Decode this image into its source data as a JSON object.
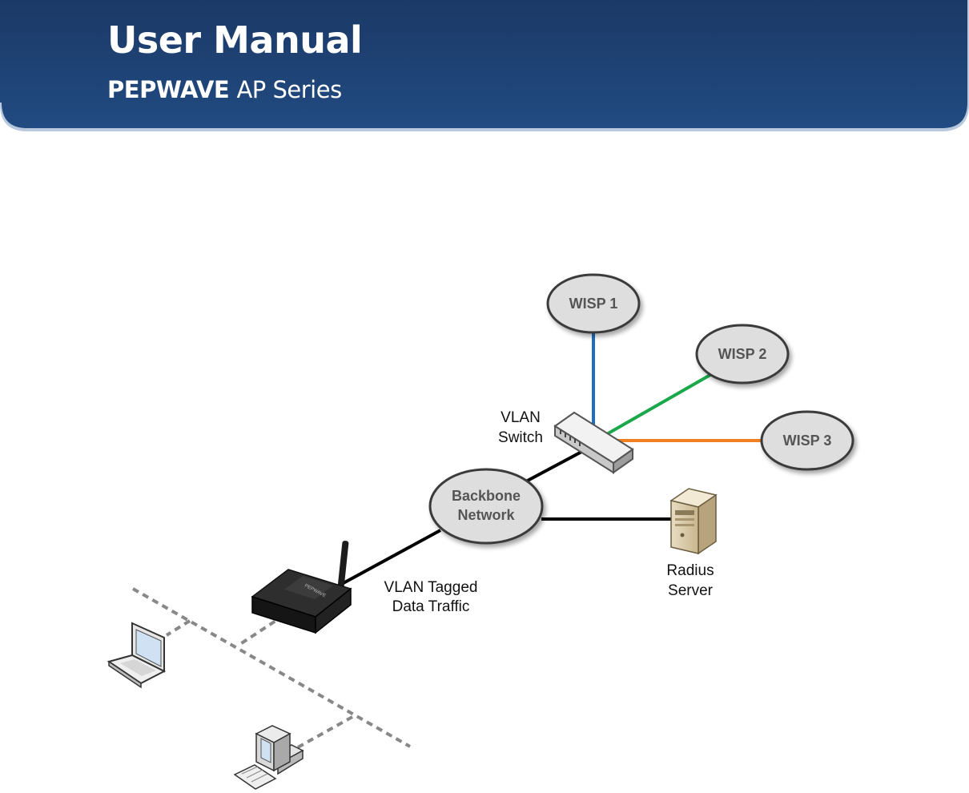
{
  "header": {
    "title": "User Manual",
    "brand": "PEPWAVE",
    "series": "AP Series"
  },
  "diagram": {
    "wisp_1": "WISP 1",
    "wisp_2": "WISP 2",
    "wisp_3": "WISP 3",
    "vlan_switch_line1": "VLAN",
    "vlan_switch_line2": "Switch",
    "backbone_line1": "Backbone",
    "backbone_line2": "Network",
    "radius_line1": "Radius",
    "radius_line2": "Server",
    "traffic_line1": "VLAN Tagged",
    "traffic_line2": "Data Traffic",
    "router_brand": "PEPWAVE",
    "colors": {
      "header_blue": "#1f4a80",
      "wisp1_link": "#1f6fc0",
      "wisp2_link": "#1aa84a",
      "wisp3_link": "#f08022",
      "wired_link": "#000000",
      "wireless_link": "#888888",
      "node_fill": "#dedede"
    }
  }
}
